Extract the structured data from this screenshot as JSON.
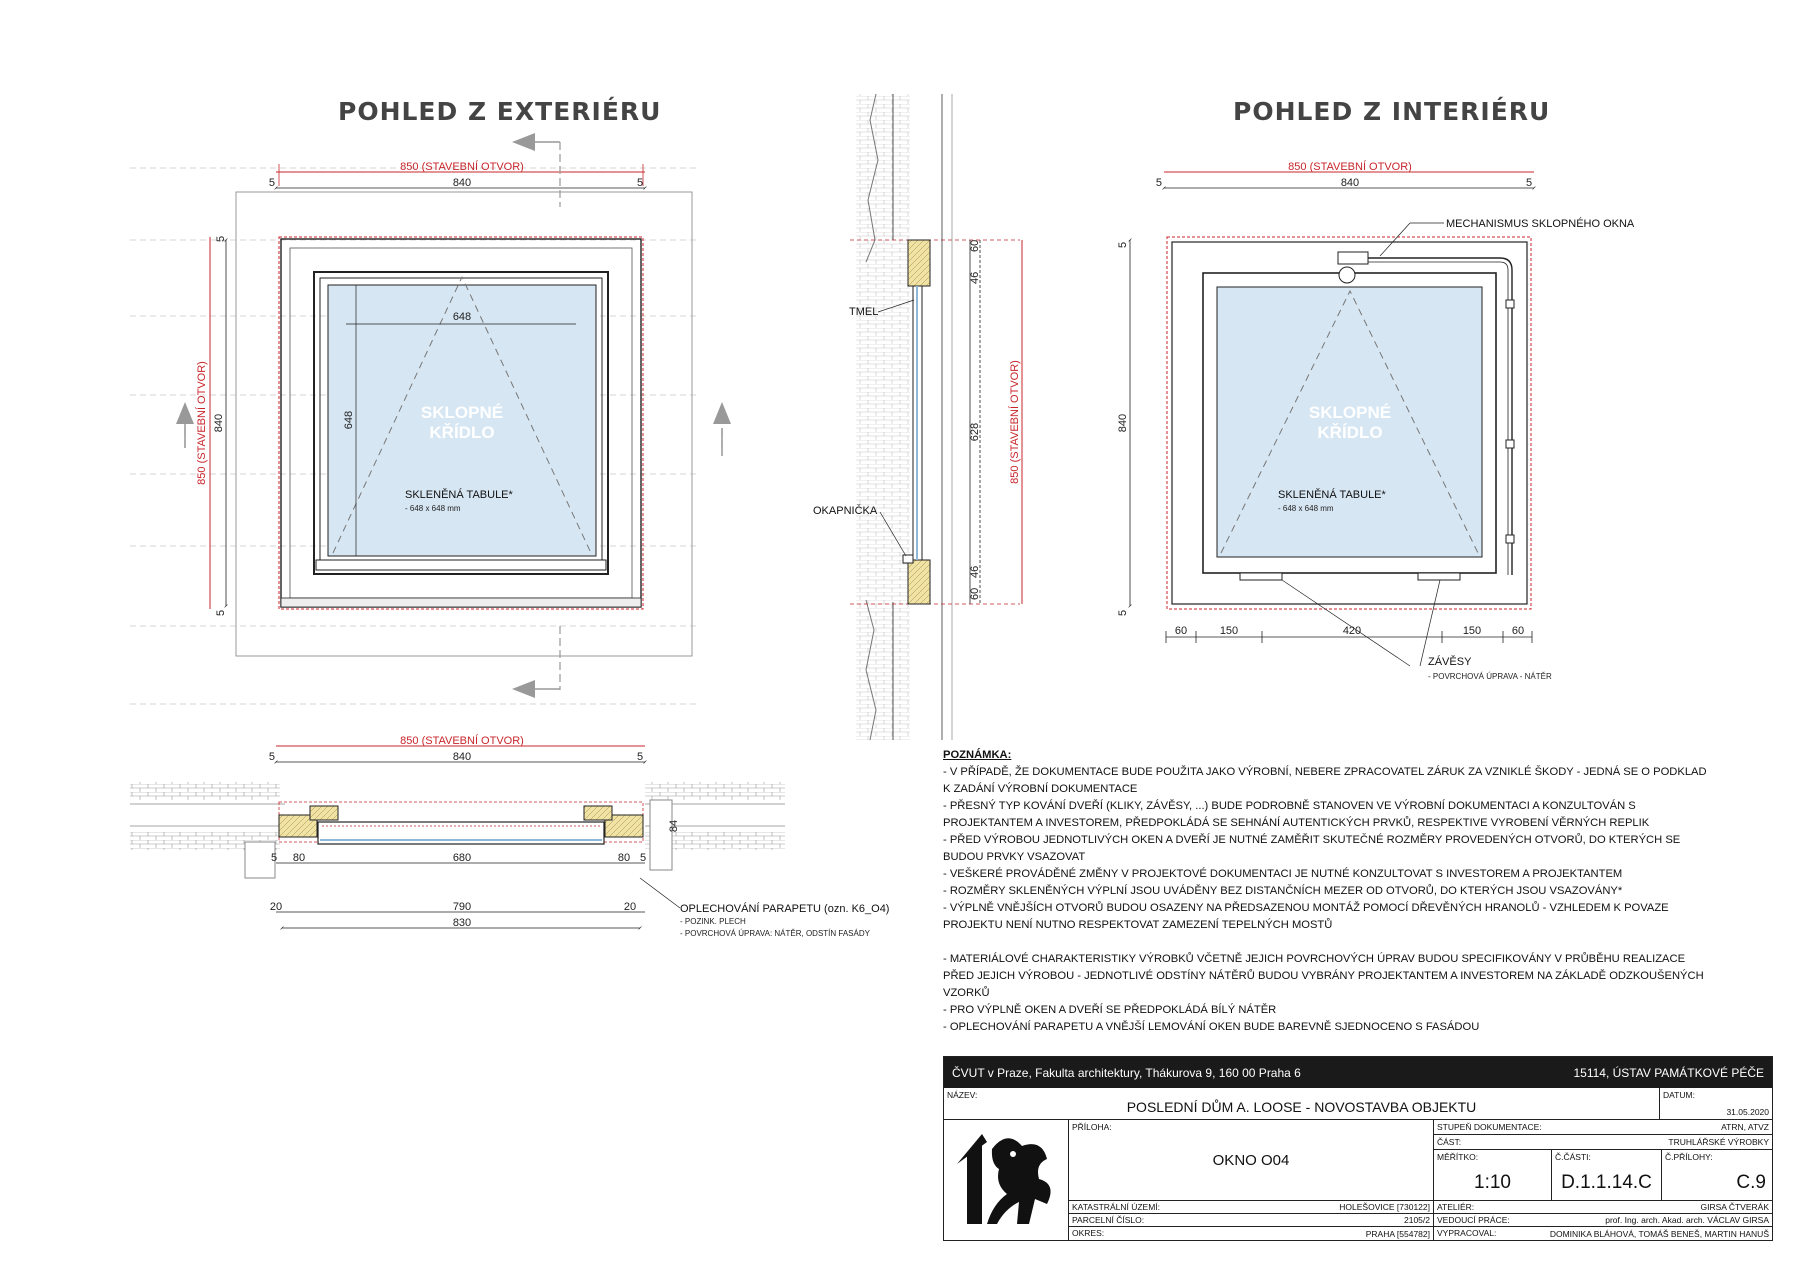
{
  "titles": {
    "exterior": "POHLED Z EXTERIÉRU",
    "interior": "POHLED Z INTERIÉRU"
  },
  "dims": {
    "opening": "850 (STAVEBNÍ OTVOR)",
    "d840": "840",
    "d5": "5",
    "d648": "648",
    "d628": "628",
    "d60": "60",
    "d46": "46",
    "d150": "150",
    "d420": "420",
    "d80": "80",
    "d680": "680",
    "d20": "20",
    "d790": "790",
    "d830": "830",
    "d84": "84"
  },
  "labels": {
    "sash": [
      "SKLOPNÉ",
      "KŘÍDLO"
    ],
    "glass": "SKLENĚNÁ TABULE*",
    "glass_size": "- 648 x 648 mm",
    "tmel": "TMEL",
    "okapnicka": "OKAPNIČKA",
    "mechanism": "MECHANISMUS SKLOPNÉHO OKNA",
    "hinges": "ZÁVĚSY",
    "hinges_note": "- POVRCHOVÁ ÚPRAVA - NÁTĚR",
    "flashing": "OPLECHOVÁNÍ PARAPETU (ozn. K6_O4)",
    "flashing_n1": "- POZINK. PLECH",
    "flashing_n2": "- POVRCHOVÁ ÚPRAVA: NÁTĚR, ODSTÍN FASÁDY"
  },
  "notes": {
    "head": "POZNÁMKA:",
    "lines1": [
      "- V PŘÍPADĚ, ŽE DOKUMENTACE BUDE POUŽITA JAKO VÝROBNÍ, NEBERE ZPRACOVATEL ZÁRUK ZA VZNIKLÉ ŠKODY - JEDNÁ SE O PODKLAD",
      "K ZADÁNÍ VÝROBNÍ DOKUMENTACE",
      "- PŘESNÝ TYP KOVÁNÍ DVEŘÍ (KLIKY, ZÁVĚSY, ...) BUDE PODROBNĚ STANOVEN VE VÝROBNÍ DOKUMENTACI A KONZULTOVÁN S",
      "PROJEKTANTEM A INVESTOREM, PŘEDPOKLÁDÁ SE SEHNÁNÍ AUTENTICKÝCH PRVKŮ, RESPEKTIVE VYROBENÍ VĚRNÝCH REPLIK",
      "- PŘED VÝROBOU JEDNOTLIVÝCH OKEN A DVEŘÍ JE NUTNÉ ZAMĚŘIT SKUTEČNÉ ROZMĚRY PROVEDENÝCH OTVORŮ, DO KTERÝCH SE",
      "BUDOU PRVKY VSAZOVAT",
      "- VEŠKERÉ PROVÁDĚNÉ ZMĚNY V PROJEKTOVÉ DOKUMENTACI JE NUTNÉ KONZULTOVAT S INVESTOREM A PROJEKTANTEM",
      "- ROZMĚRY SKLENĚNÝCH VÝPLNÍ JSOU UVÁDĚNY BEZ DISTANČNÍCH MEZER OD OTVORŮ, DO KTERÝCH JSOU VSAZOVÁNY*",
      "- VÝPLNĚ VNĚJŠÍCH OTVORŮ BUDOU OSAZENY NA PŘEDSAZENOU MONTÁŽ POMOCÍ DŘEVĚNÝCH HRANOLŮ - VZHLEDEM K POVAZE",
      "PROJEKTU NENÍ NUTNO RESPEKTOVAT ZAMEZENÍ TEPELNÝCH MOSTŮ"
    ],
    "lines2": [
      "- MATERIÁLOVÉ CHARAKTERISTIKY VÝROBKŮ VČETNĚ JEJICH POVRCHOVÝCH ÚPRAV BUDOU SPECIFIKOVÁNY V PRŮBĚHU REALIZACE",
      "PŘED JEJICH VÝROBOU - JEDNOTLIVÉ ODSTÍNY NÁTĚRŮ BUDOU VYBRÁNY PROJEKTANTEM A INVESTOREM NA ZÁKLADĚ ODZKOUŠENÝCH",
      "VZORKŮ",
      "- PRO VÝPLNĚ OKEN A DVEŘÍ SE PŘEDPOKLÁDÁ BÍLÝ NÁTĚR",
      "- OPLECHOVÁNÍ PARAPETU A VNĚJŠÍ LEMOVÁNÍ OKEN BUDE BAREVNĚ SJEDNOCENO S FASÁDOU"
    ]
  },
  "titleblock": {
    "school": "ČVUT v Praze, Fakulta architektury, Thákurova 9, 160 00 Praha 6",
    "dept": "15114, ÚSTAV PAMÁTKOVÉ PÉČE",
    "name_k": "NÁZEV:",
    "name_v": "POSLEDNÍ DŮM A. LOOSE - NOVOSTAVBA OBJEKTU",
    "date_k": "DATUM:",
    "date_v": "31.05.2020",
    "annex_k": "PŘÍLOHA:",
    "annex_v": "OKNO O04",
    "stage_k": "STUPEŇ DOKUMENTACE:",
    "stage_v": "ATRN, ATVZ",
    "part_k": "ČÁST:",
    "part_v": "TRUHLÁŘSKÉ VÝROBKY",
    "scale_k": "MĚŘÍTKO:",
    "scale_v": "1:10",
    "partno_k": "Č.ČÁSTI:",
    "partno_v": "D.1.1.14.C",
    "annexno_k": "Č.PŘÍLOHY:",
    "annexno_v": "C.9",
    "cad_k": "KATASTRÁLNÍ ÚZEMÍ:",
    "cad_v": "HOLEŠOVICE [730122]",
    "parc_k": "PARCELNÍ ČÍSLO:",
    "parc_v": "2105/2",
    "dist_k": "OKRES:",
    "dist_v": "PRAHA [554782]",
    "atel_k": "ATELIÉR:",
    "atel_v": "GIRSA ČTVERÁK",
    "lead_k": "VEDOUCÍ PRÁCE:",
    "lead_v": "prof. Ing. arch. Akad. arch. VÁCLAV GIRSA",
    "auth_k": "VYPRACOVAL:",
    "auth_v": "DOMINIKA BLÁHOVÁ, TOMÁŠ BENEŠ, MARTIN HANUŠ"
  },
  "colors": {
    "red": "#c8262b",
    "glass": "#d6e6f3",
    "wood": "#f1e3a6",
    "line": "#222222"
  }
}
